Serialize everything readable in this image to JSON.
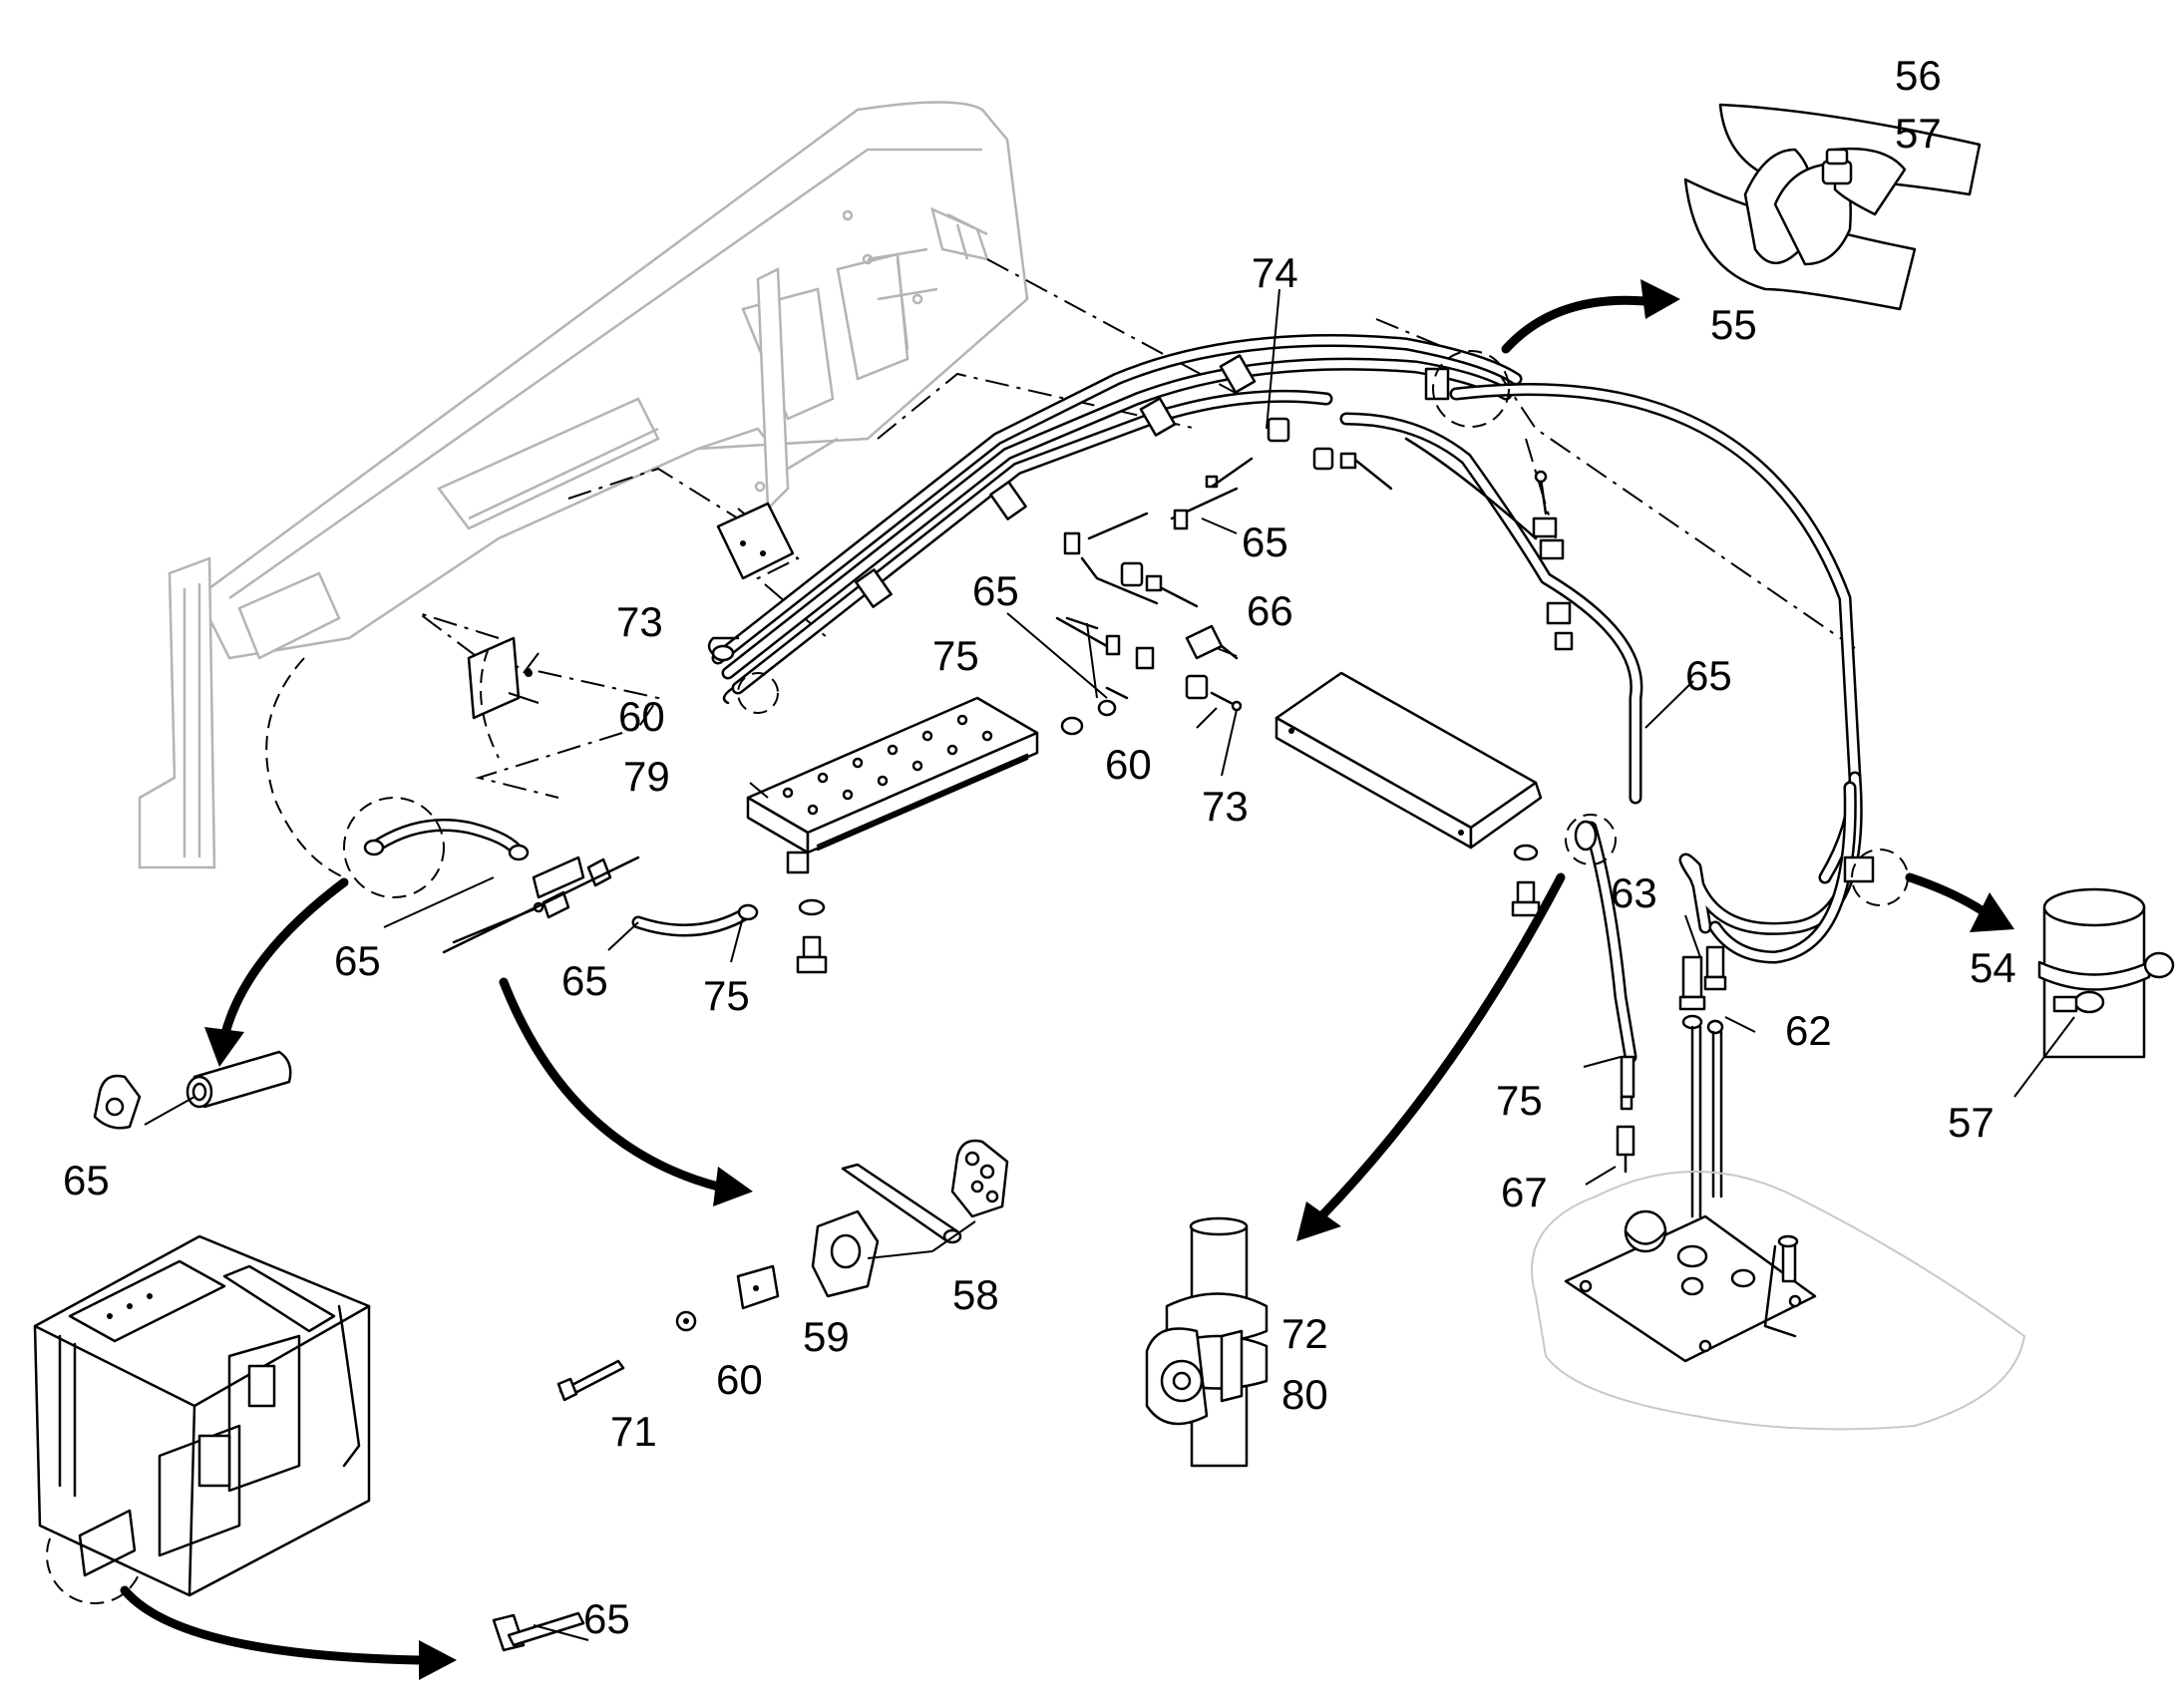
{
  "callouts": {
    "c54": "54",
    "c55": "55",
    "c56": "56",
    "c57_top": "57",
    "c57_right": "57",
    "c58": "58",
    "c59": "59",
    "c60_left": "60",
    "c60_mid": "60",
    "c60_detail": "60",
    "c62": "62",
    "c63": "63",
    "c65_upper": "65",
    "c65_middle": "65",
    "c65_right": "65",
    "c65_loop_left": "65",
    "c65_loop_right": "65",
    "c65_detail": "65",
    "c65_bottom": "65",
    "c66": "66",
    "c67": "67",
    "c71": "71",
    "c72": "72",
    "c73_left": "73",
    "c73_mid": "73",
    "c74": "74",
    "c75_upper": "75",
    "c75_loop": "75",
    "c75_right": "75",
    "c79": "79",
    "c80": "80"
  },
  "icons": [
    "hose-clamp-icon",
    "bolt-icon",
    "washer-icon",
    "junction-box-icon",
    "cable-harness-icon",
    "flow-arrow-icon"
  ]
}
